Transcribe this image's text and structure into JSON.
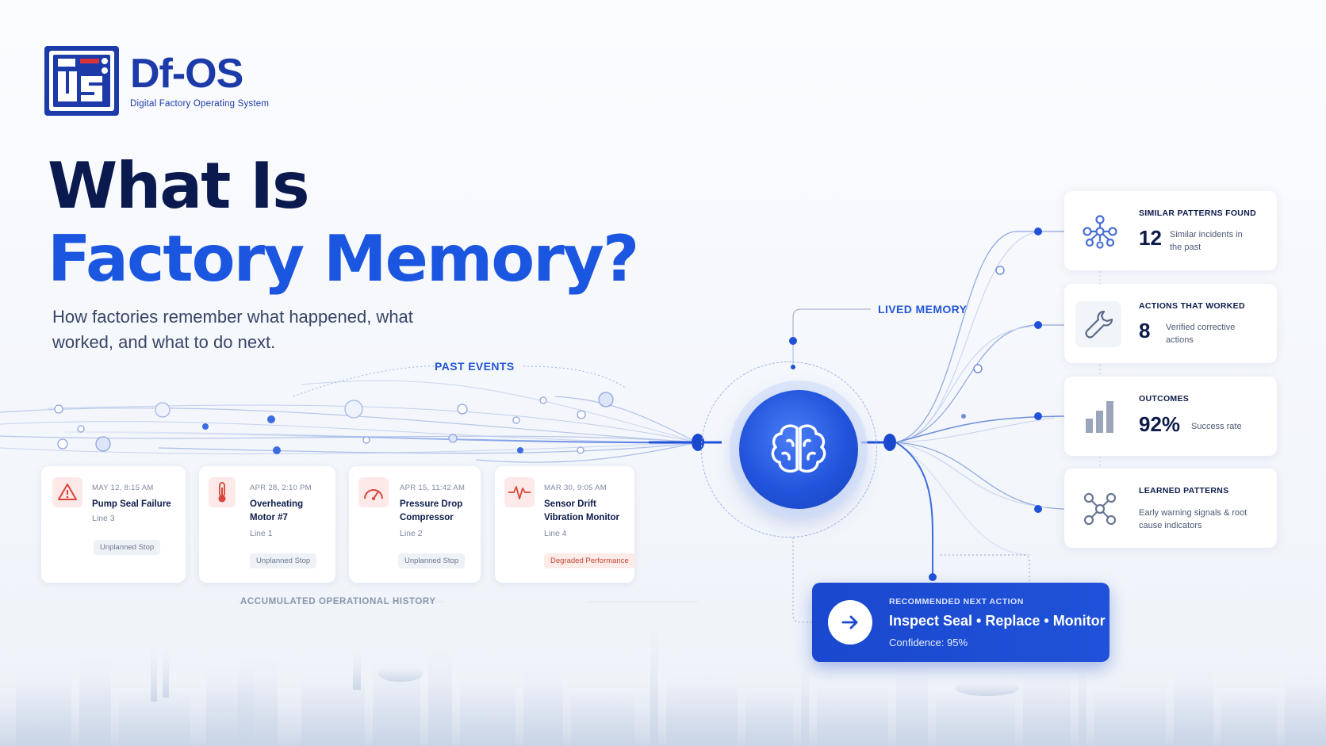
{
  "brand": {
    "title": "Df-OS",
    "subtitle": "Digital Factory Operating System"
  },
  "headline": {
    "line1": "What Is",
    "line2": "Factory Memory?",
    "subtitle": "How factories remember what happened, what worked, and what to do next."
  },
  "labels": {
    "past_events": "PAST EVENTS",
    "lived_memory": "LIVED MEMORY",
    "history": "ACCUMULATED OPERATIONAL HISTORY"
  },
  "events": [
    {
      "date": "MAY 12, 8:15 AM",
      "title": "Pump Seal Failure",
      "line": "Line 3",
      "tag": "Unplanned Stop",
      "icon": "warning-icon"
    },
    {
      "date": "APR 28, 2:10 PM",
      "title": "Overheating Motor #7",
      "line": "Line 1",
      "tag": "Unplanned Stop",
      "icon": "thermometer-icon"
    },
    {
      "date": "APR 15, 11:42 AM",
      "title": "Pressure Drop Compressor",
      "line": "Line 2",
      "tag": "Unplanned Stop",
      "icon": "gauge-icon"
    },
    {
      "date": "MAR 30, 9:05 AM",
      "title": "Sensor Drift Vibration Monitor",
      "line": "Line 4",
      "tag": "Degraded Performance",
      "icon": "waveform-icon"
    }
  ],
  "metrics": [
    {
      "title": "SIMILAR PATTERNS FOUND",
      "value": "12",
      "desc": "Similar incidents in the past",
      "icon": "network-icon"
    },
    {
      "title": "ACTIONS THAT WORKED",
      "value": "8",
      "desc": "Verified corrective actions",
      "icon": "wrench-icon"
    },
    {
      "title": "OUTCOMES",
      "value": "92%",
      "desc": "Success rate",
      "icon": "bar-chart-icon"
    },
    {
      "title": "LEARNED PATTERNS",
      "value": "",
      "desc": "Early warning signals & root cause indicators",
      "icon": "molecule-icon"
    }
  ],
  "recommendation": {
    "label": "RECOMMENDED NEXT ACTION",
    "action": "Inspect Seal • Replace • Monitor",
    "confidence": "Confidence: 95%"
  },
  "colors": {
    "brand_blue": "#1c3aa8",
    "accent_blue": "#1a56e0",
    "navy": "#0a1a4e",
    "alert_red": "#d9453a"
  }
}
